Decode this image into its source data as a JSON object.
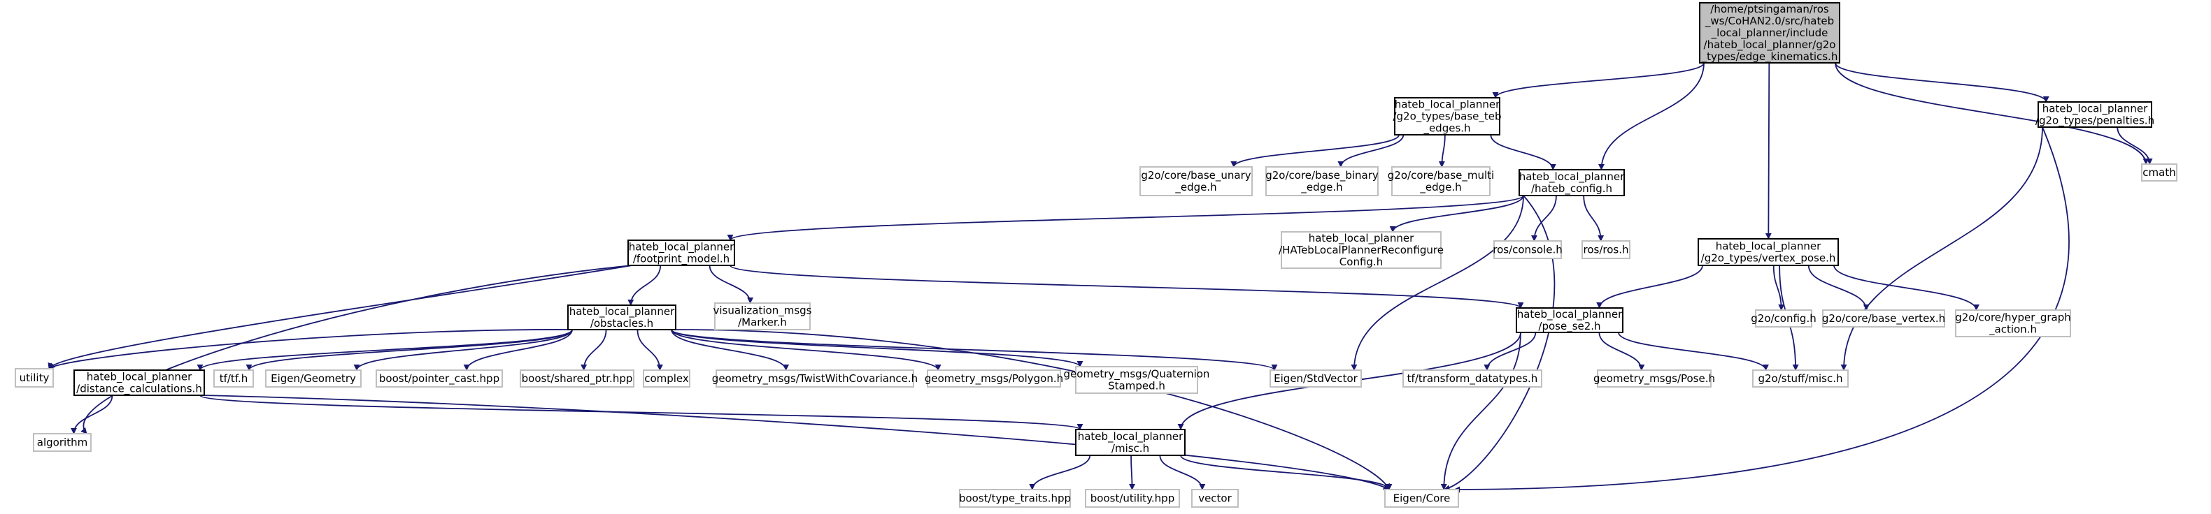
{
  "nodes": [
    {
      "id": "edge_kinematics",
      "kind": "focus",
      "lines": [
        "/home/ptsingaman/ros",
        "_ws/CoHAN2.0/src/hateb",
        "_local_planner/include",
        "/hateb_local_planner/g2o",
        "_types/edge_kinematics.h"
      ]
    },
    {
      "id": "base_teb_edges",
      "kind": "project",
      "lines": [
        "hateb_local_planner",
        "/g2o_types/base_teb",
        "_edges.h"
      ]
    },
    {
      "id": "penalties",
      "kind": "project",
      "lines": [
        "hateb_local_planner",
        "/g2o_types/penalties.h"
      ]
    },
    {
      "id": "cmath",
      "kind": "external",
      "lines": [
        "cmath"
      ]
    },
    {
      "id": "base_unary_edge",
      "kind": "external",
      "lines": [
        "g2o/core/base_unary",
        "_edge.h"
      ]
    },
    {
      "id": "base_binary_edge",
      "kind": "external",
      "lines": [
        "g2o/core/base_binary",
        "_edge.h"
      ]
    },
    {
      "id": "base_multi_edge",
      "kind": "external",
      "lines": [
        "g2o/core/base_multi",
        "_edge.h"
      ]
    },
    {
      "id": "hateb_config",
      "kind": "project",
      "lines": [
        "hateb_local_planner",
        "/hateb_config.h"
      ]
    },
    {
      "id": "footprint_model",
      "kind": "project",
      "lines": [
        "hateb_local_planner",
        "/footprint_model.h"
      ]
    },
    {
      "id": "reconfigure_config",
      "kind": "external",
      "lines": [
        "hateb_local_planner",
        "/HATebLocalPlannerReconfigure",
        "Config.h"
      ]
    },
    {
      "id": "ros_console",
      "kind": "external",
      "lines": [
        "ros/console.h"
      ]
    },
    {
      "id": "ros_ros",
      "kind": "external",
      "lines": [
        "ros/ros.h"
      ]
    },
    {
      "id": "vertex_pose",
      "kind": "project",
      "lines": [
        "hateb_local_planner",
        "/g2o_types/vertex_pose.h"
      ]
    },
    {
      "id": "visualization_marker",
      "kind": "external",
      "lines": [
        "visualization_msgs",
        "/Marker.h"
      ]
    },
    {
      "id": "obstacles",
      "kind": "project",
      "lines": [
        "hateb_local_planner",
        "/obstacles.h"
      ]
    },
    {
      "id": "pose_se2",
      "kind": "project",
      "lines": [
        "hateb_local_planner",
        "/pose_se2.h"
      ]
    },
    {
      "id": "g2o_config",
      "kind": "external",
      "lines": [
        "g2o/config.h"
      ]
    },
    {
      "id": "base_vertex",
      "kind": "external",
      "lines": [
        "g2o/core/base_vertex.h"
      ]
    },
    {
      "id": "hyper_graph_action",
      "kind": "external",
      "lines": [
        "g2o/core/hyper_graph",
        "_action.h"
      ]
    },
    {
      "id": "utility",
      "kind": "external",
      "lines": [
        "utility"
      ]
    },
    {
      "id": "distance_calculations",
      "kind": "project",
      "lines": [
        "hateb_local_planner",
        "/distance_calculations.h"
      ]
    },
    {
      "id": "tf_tf",
      "kind": "external",
      "lines": [
        "tf/tf.h"
      ]
    },
    {
      "id": "eigen_geometry",
      "kind": "external",
      "lines": [
        "Eigen/Geometry"
      ]
    },
    {
      "id": "pointer_cast",
      "kind": "external",
      "lines": [
        "boost/pointer_cast.hpp"
      ]
    },
    {
      "id": "shared_ptr",
      "kind": "external",
      "lines": [
        "boost/shared_ptr.hpp"
      ]
    },
    {
      "id": "complex",
      "kind": "external",
      "lines": [
        "complex"
      ]
    },
    {
      "id": "twist_with_covariance",
      "kind": "external",
      "lines": [
        "geometry_msgs/TwistWithCovariance.h"
      ]
    },
    {
      "id": "polygon",
      "kind": "external",
      "lines": [
        "geometry_msgs/Polygon.h"
      ]
    },
    {
      "id": "quaternion_stamped",
      "kind": "external",
      "lines": [
        "geometry_msgs/Quaternion",
        "Stamped.h"
      ]
    },
    {
      "id": "eigen_stdvector",
      "kind": "external",
      "lines": [
        "Eigen/StdVector"
      ]
    },
    {
      "id": "transform_datatypes",
      "kind": "external",
      "lines": [
        "tf/transform_datatypes.h"
      ]
    },
    {
      "id": "geometry_pose",
      "kind": "external",
      "lines": [
        "geometry_msgs/Pose.h"
      ]
    },
    {
      "id": "g2o_misc",
      "kind": "external",
      "lines": [
        "g2o/stuff/misc.h"
      ]
    },
    {
      "id": "algorithm",
      "kind": "external",
      "lines": [
        "algorithm"
      ]
    },
    {
      "id": "misc",
      "kind": "project",
      "lines": [
        "hateb_local_planner",
        "/misc.h"
      ]
    },
    {
      "id": "type_traits",
      "kind": "external",
      "lines": [
        "boost/type_traits.hpp"
      ]
    },
    {
      "id": "boost_utility",
      "kind": "external",
      "lines": [
        "boost/utility.hpp"
      ]
    },
    {
      "id": "vector",
      "kind": "external",
      "lines": [
        "vector"
      ]
    },
    {
      "id": "eigen_core",
      "kind": "external",
      "lines": [
        "Eigen/Core"
      ]
    }
  ],
  "edges": [
    [
      "edge_kinematics",
      "base_teb_edges"
    ],
    [
      "edge_kinematics",
      "hateb_config"
    ],
    [
      "edge_kinematics",
      "vertex_pose"
    ],
    [
      "edge_kinematics",
      "penalties"
    ],
    [
      "edge_kinematics",
      "cmath"
    ],
    [
      "base_teb_edges",
      "base_unary_edge"
    ],
    [
      "base_teb_edges",
      "base_binary_edge"
    ],
    [
      "base_teb_edges",
      "base_multi_edge"
    ],
    [
      "base_teb_edges",
      "hateb_config"
    ],
    [
      "penalties",
      "cmath"
    ],
    [
      "penalties",
      "g2o_misc"
    ],
    [
      "penalties",
      "eigen_core"
    ],
    [
      "hateb_config",
      "footprint_model"
    ],
    [
      "hateb_config",
      "reconfigure_config"
    ],
    [
      "hateb_config",
      "ros_console"
    ],
    [
      "hateb_config",
      "ros_ros"
    ],
    [
      "hateb_config",
      "eigen_stdvector"
    ],
    [
      "hateb_config",
      "eigen_core"
    ],
    [
      "footprint_model",
      "obstacles"
    ],
    [
      "footprint_model",
      "visualization_marker"
    ],
    [
      "footprint_model",
      "pose_se2"
    ],
    [
      "footprint_model",
      "utility"
    ],
    [
      "footprint_model",
      "algorithm"
    ],
    [
      "vertex_pose",
      "pose_se2"
    ],
    [
      "vertex_pose",
      "g2o_config"
    ],
    [
      "vertex_pose",
      "base_vertex"
    ],
    [
      "vertex_pose",
      "hyper_graph_action"
    ],
    [
      "vertex_pose",
      "g2o_misc"
    ],
    [
      "obstacles",
      "utility"
    ],
    [
      "obstacles",
      "distance_calculations"
    ],
    [
      "obstacles",
      "tf_tf"
    ],
    [
      "obstacles",
      "eigen_geometry"
    ],
    [
      "obstacles",
      "pointer_cast"
    ],
    [
      "obstacles",
      "shared_ptr"
    ],
    [
      "obstacles",
      "complex"
    ],
    [
      "obstacles",
      "twist_with_covariance"
    ],
    [
      "obstacles",
      "polygon"
    ],
    [
      "obstacles",
      "quaternion_stamped"
    ],
    [
      "obstacles",
      "eigen_stdvector"
    ],
    [
      "obstacles",
      "eigen_core"
    ],
    [
      "pose_se2",
      "misc"
    ],
    [
      "pose_se2",
      "transform_datatypes"
    ],
    [
      "pose_se2",
      "geometry_pose"
    ],
    [
      "pose_se2",
      "g2o_misc"
    ],
    [
      "pose_se2",
      "eigen_core"
    ],
    [
      "distance_calculations",
      "algorithm"
    ],
    [
      "distance_calculations",
      "misc"
    ],
    [
      "distance_calculations",
      "eigen_core"
    ],
    [
      "misc",
      "type_traits"
    ],
    [
      "misc",
      "boost_utility"
    ],
    [
      "misc",
      "vector"
    ],
    [
      "misc",
      "eigen_core"
    ]
  ]
}
